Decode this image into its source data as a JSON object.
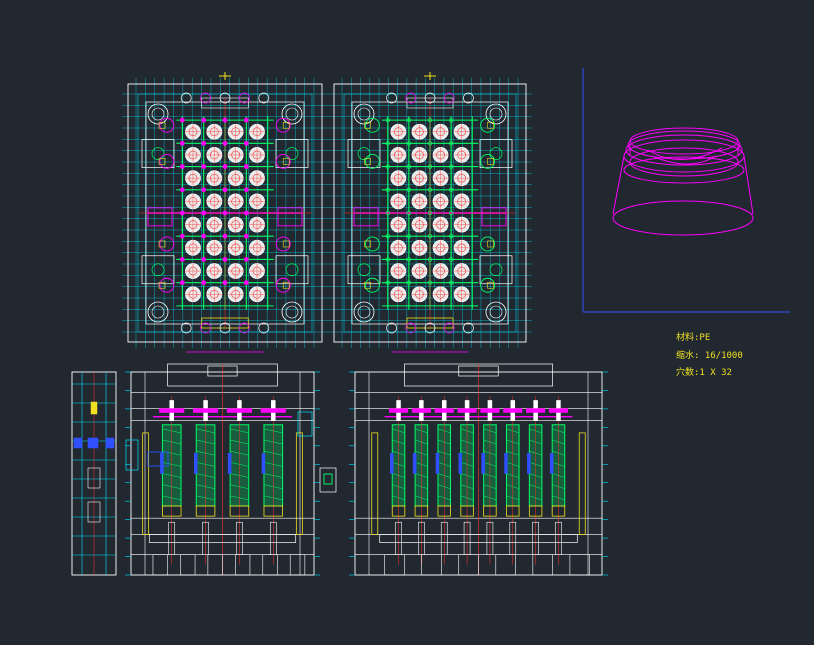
{
  "notes": {
    "material": "材料:PE",
    "shrinkage": "缩水: 16/1000",
    "cavities": "穴数:1 X 32"
  },
  "colors": {
    "background": "#212830",
    "cyan": "#00e5ff",
    "white": "#ffffff",
    "green": "#00ff66",
    "magenta": "#ff00ff",
    "yellow": "#f0e020",
    "red": "#ff3030",
    "blue": "#3050ff"
  },
  "drawing": {
    "grid_rows": 8,
    "grid_cols": 4,
    "cavity_count": 32
  }
}
